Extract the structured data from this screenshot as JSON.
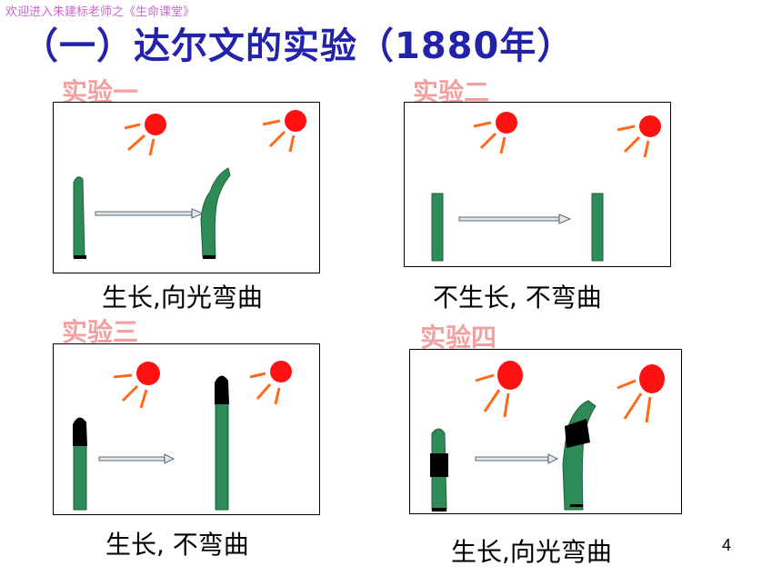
{
  "banner": "欢迎进入朱建标老师之《生命课堂》",
  "title": "（一）达尔文的实验（1880年）",
  "experiments": [
    {
      "label": "实验一",
      "caption": "生长,向光弯曲"
    },
    {
      "label": "实验二",
      "caption": "不生长, 不弯曲"
    },
    {
      "label": "实验三",
      "caption": "生长, 不弯曲"
    },
    {
      "label": "实验四",
      "caption": "生长,向光弯曲"
    }
  ],
  "page_number": "4",
  "colors": {
    "title": "#2222aa",
    "label": "#f4a0a0",
    "plant": "#2e8b57",
    "sun": "#ff1111",
    "rays": "#ff6a1a",
    "banner": "#cc66cc"
  }
}
